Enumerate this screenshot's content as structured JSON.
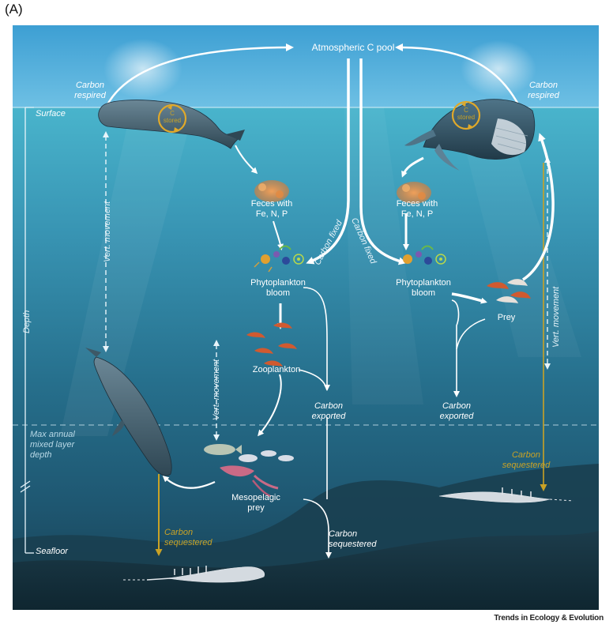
{
  "figure": {
    "panel_label": "(A)",
    "credit": "Trends in Ecology & Evolution"
  },
  "labels": {
    "atmospheric_pool": "Atmospheric C pool",
    "carbon_respired_left": "Carbon\nrespired",
    "carbon_respired_right": "Carbon\nrespired",
    "surface": "Surface",
    "depth": "Depth",
    "max_mixed_layer": "Max annual\nmixed layer\ndepth",
    "seafloor": "Seafloor",
    "c_stored_left": "C\nstored",
    "c_stored_right": "C\nstored",
    "feces_left": "Feces with\nFe, N, P",
    "feces_right": "Feces with\nFe, N, P",
    "carbon_fixed_left": "Carbon fixed",
    "carbon_fixed_right": "Carbon fixed",
    "phyto_left": "Phytoplankton\nbloom",
    "phyto_right": "Phytoplankton\nbloom",
    "zooplankton": "Zooplankton",
    "prey": "Prey",
    "mesopelagic_prey": "Mesopelagic\nprey",
    "carbon_exported_left": "Carbon\nexported",
    "carbon_exported_right": "Carbon\nexported",
    "carbon_sequestered_left": "Carbon\nsequestered",
    "carbon_sequestered_center": "Carbon\nsequestered",
    "carbon_sequestered_right": "Carbon\nsequestered",
    "vert_movement_left": "Vert. movement",
    "vert_movement_center": "Vert. movement",
    "vert_movement_right": "Vert. movement"
  },
  "colors": {
    "sky": "#4aa7d6",
    "water_top": "#3fa6c4",
    "water_mid": "#2d7c98",
    "water_deep": "#1b4458",
    "seafloor": "#16323f",
    "arrow": "#ffffff",
    "sequestration": "#c9a225",
    "feces": "#e8873a"
  },
  "icons": {
    "whale_left": "sperm-whale",
    "whale_right": "humpback-whale",
    "feces": "feces-cloud",
    "phytoplankton": "phytoplankton-cluster",
    "zooplankton": "krill",
    "prey": "krill",
    "mesopelagic": "fish-and-squid",
    "carcass": "whale-skeleton"
  }
}
